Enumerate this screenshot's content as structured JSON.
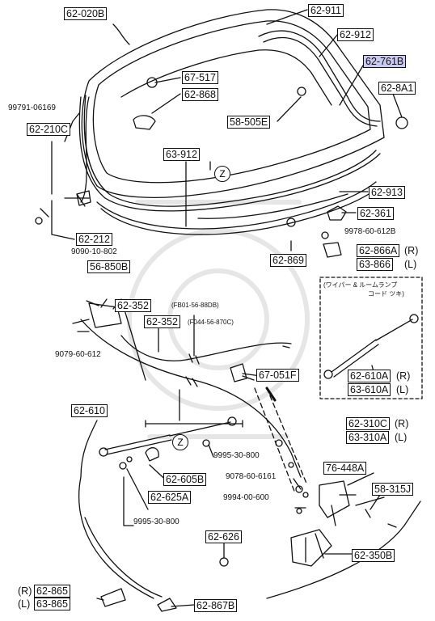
{
  "parts": {
    "p62_020B": "62-020B",
    "p62_911": "62-911",
    "p62_912": "62-912",
    "p62_761B": "62-761B",
    "p62_8A1": "62-8A1",
    "p67_517": "67-517",
    "p62_868": "62-868",
    "p58_505E": "58-505E",
    "p62_210C": "62-210C",
    "p63_912": "63-912",
    "p62_913": "62-913",
    "p62_361": "62-361",
    "p62_212": "62-212",
    "p62_869": "62-869",
    "p62_866A": "62-866A",
    "p63_866": "63-866",
    "p56_850B": "56-850B",
    "p62_352a": "62-352",
    "p62_352b": "62-352",
    "p67_051F": "67-051F",
    "p62_610A": "62-610A",
    "p63_610A": "63-610A",
    "p62_610": "62-610",
    "p62_310C": "62-310C",
    "p63_310A": "63-310A",
    "p76_448A": "76-448A",
    "p62_605B": "62-605B",
    "p62_625A": "62-625A",
    "p58_315J": "58-315J",
    "p62_626": "62-626",
    "p62_350B": "62-350B",
    "p62_865": "62-865",
    "p63_865": "63-865",
    "p62_867B": "62-867B"
  },
  "bolts": {
    "b99791": "99791-06169",
    "b9090": "9090-10-802",
    "b9978": "9978-60-612B",
    "b9079": "9079-60-612",
    "b9995a": "9995-30-800",
    "b9078": "9078-60-6161",
    "b9994": "9994-00-600",
    "b9995b": "9995-30-800"
  },
  "notes": {
    "fb01": "(FB01-56-88DB)",
    "f044": "(F044-56-870C)",
    "wiper": "(ワイパー & ルームランプ",
    "wiper2": "コード ツキ)"
  },
  "markers": {
    "r": "(R)",
    "l": "(L)",
    "z": "Z"
  },
  "colors": {
    "line": "#111111",
    "highlight": "#c9c9f2"
  }
}
